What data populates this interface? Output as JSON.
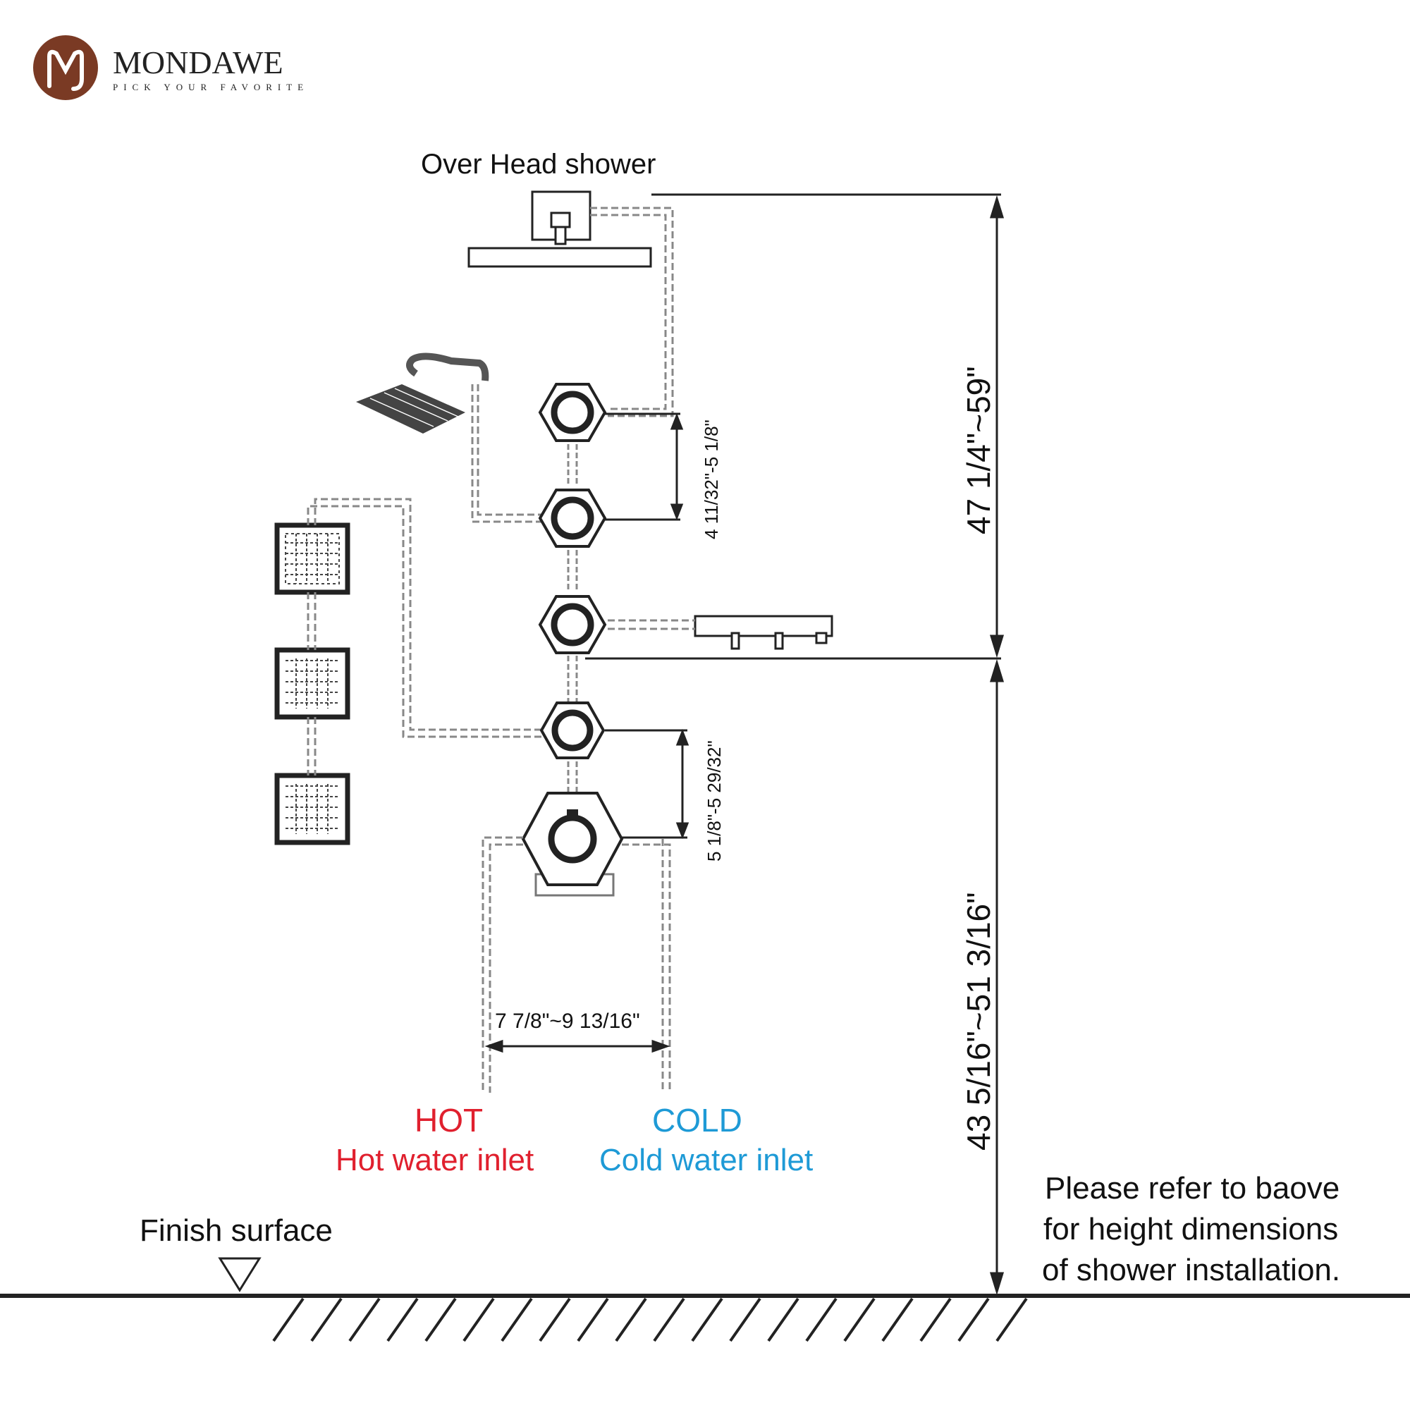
{
  "brand": {
    "name": "MONDAWE",
    "tagline": "PICK YOUR FAVORITE",
    "logo_color": "#7a3a24"
  },
  "labels": {
    "overhead": "Over Head shower",
    "hot": "HOT",
    "hot_sub": "Hot water inlet",
    "cold": "COLD",
    "cold_sub": "Cold water inlet",
    "finish": "Finish surface",
    "note": [
      "Please refer to baove",
      "for height dimensions",
      "of shower installation."
    ]
  },
  "dimensions": {
    "upper_height": "47 1/4\"~59\"",
    "lower_height": "43 5/16\"~51 3/16\"",
    "valve_spacing_top": "4 11/32\"-5 1/8\"",
    "valve_spacing_bottom": "5 1/8\"-5 29/32\"",
    "inlet_width": "7 7/8\"~9 13/16\""
  },
  "colors": {
    "hot": "#e0202e",
    "cold": "#1e9ad6",
    "line": "#222222",
    "pipe": "#888888"
  }
}
